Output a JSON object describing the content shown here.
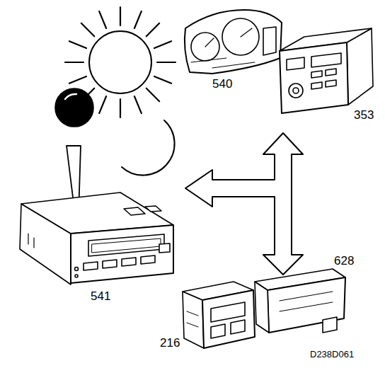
{
  "diagram": {
    "labels": [
      "540",
      "353",
      "541",
      "216",
      "628",
      "D238D061"
    ]
  }
}
